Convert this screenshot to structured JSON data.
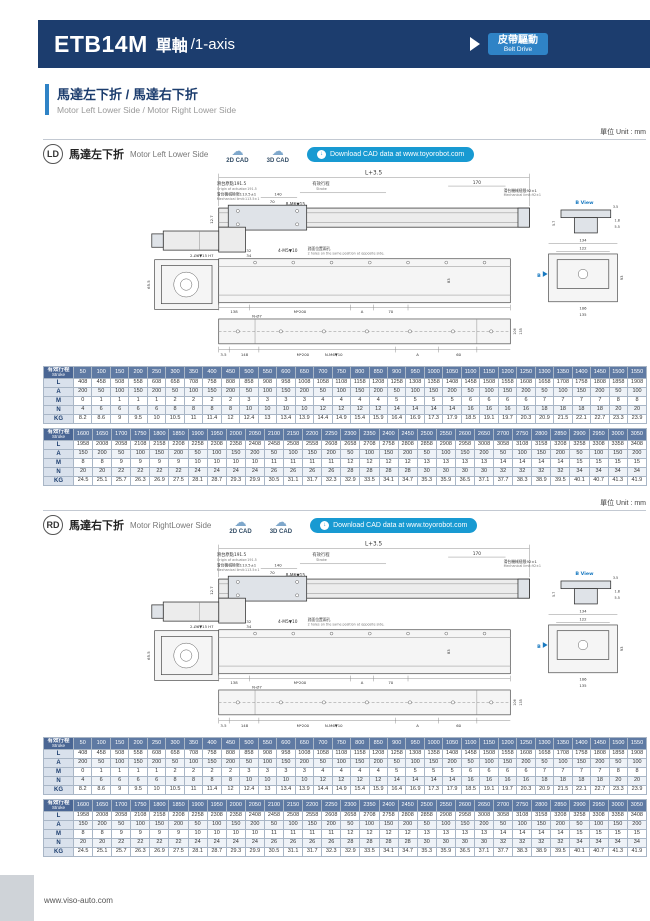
{
  "header": {
    "model": "ETB14M",
    "subtitle_cn": "單軸",
    "axis": "/1-axis",
    "drive_cn": "皮帶驅動",
    "drive_en": "Belt Drive"
  },
  "heading": {
    "title_cn": "馬達左下折 / 馬達右下折",
    "title_en": "Motor Left Lower Side / Motor Right Lower Side"
  },
  "unit_label": "單位 Unit : mm",
  "cad": {
    "cloud_icon": "☁",
    "btn_2d": "2D CAD",
    "btn_3d": "3D CAD",
    "dl_icon": "↓",
    "download": "Download CAD data at www.toyorobot.com"
  },
  "sections": [
    {
      "badge": "LD",
      "title_cn": "馬達左下折",
      "title_en": "Motor Left Lower Side"
    },
    {
      "badge": "RD",
      "title_cn": "馬達右下折",
      "title_en": "Motor RightLower Side"
    }
  ],
  "drawing": {
    "dim_top": "L+3.5",
    "origin_cn": "滑台原點191.5",
    "origin_en": "Origin of actuator:191.5",
    "stroke_cn": "有效行程",
    "stroke_en": "Stroke",
    "dim_170": "170",
    "mech_right_cn": "滑台機械極限92±1",
    "mech_right_en": "Mechanical limit:92±1",
    "mech_left_cn": "滑台機械極限113.5±1",
    "mech_left_en": "Mechanical limit:113.5±1",
    "dim_140": "140",
    "dim_70": "70",
    "holes_top": "8-M6▼15",
    "dim_127": "12.7",
    "pin_holes": "2-Ø6▼15 H7",
    "dim_32": "32",
    "dim_34": "34",
    "side_holes": "4-M5▼10",
    "side_holes_cn": "對面位置兩孔",
    "side_holes_en": "2 holes on the same position at opposite side.",
    "dim_655": "65.5",
    "dim_83": "83",
    "dim_93": "93",
    "dim_134": "134",
    "dim_122": "122",
    "dim_106": "106",
    "dim_135": "135",
    "dim_106b": "106",
    "dim_135b": "135",
    "dim_138": "138",
    "n_o7": "N-Ø7",
    "m200": "M*200",
    "dim_A": "A",
    "dim_70b": "70",
    "dim_35b": "3.5",
    "dim_148": "148",
    "m200b": "M*200",
    "n_m6": "N-M6▼10",
    "dim_A2": "A",
    "dim_60": "60",
    "b_view": "B View",
    "bv_35": "3.5",
    "bv_18": "1.8",
    "bv_55": "5.5",
    "bv_57": "5.7",
    "b_label": "B"
  },
  "tables": {
    "header_label": "有效行程",
    "header_sub": "Stroke",
    "t1": {
      "strokes": [
        50,
        100,
        150,
        200,
        250,
        300,
        350,
        400,
        450,
        500,
        550,
        600,
        650,
        700,
        750,
        800,
        850,
        900,
        950,
        1000,
        1050,
        1100,
        1150,
        1200,
        1250,
        1300,
        1350,
        1400,
        1450,
        1500,
        1550
      ],
      "rows": [
        {
          "label": "L",
          "values": [
            408,
            458,
            508,
            558,
            608,
            658,
            708,
            758,
            808,
            858,
            908,
            958,
            1008,
            1058,
            1108,
            1158,
            1208,
            1258,
            1308,
            1358,
            1408,
            1458,
            1508,
            1558,
            1608,
            1658,
            1708,
            1758,
            1808,
            1858,
            1908
          ]
        },
        {
          "label": "A",
          "values": [
            200,
            50,
            100,
            150,
            200,
            50,
            100,
            150,
            200,
            50,
            100,
            150,
            200,
            50,
            100,
            150,
            200,
            50,
            100,
            150,
            200,
            50,
            100,
            150,
            200,
            50,
            100,
            150,
            200,
            50,
            100
          ]
        },
        {
          "label": "M",
          "values": [
            0,
            1,
            1,
            1,
            1,
            2,
            2,
            2,
            2,
            3,
            3,
            3,
            3,
            4,
            4,
            4,
            4,
            5,
            5,
            5,
            5,
            6,
            6,
            6,
            6,
            7,
            7,
            7,
            7,
            8,
            8
          ]
        },
        {
          "label": "N",
          "values": [
            4,
            6,
            6,
            6,
            6,
            8,
            8,
            8,
            8,
            10,
            10,
            10,
            10,
            12,
            12,
            12,
            12,
            14,
            14,
            14,
            14,
            16,
            16,
            16,
            16,
            18,
            18,
            18,
            18,
            20,
            20
          ]
        },
        {
          "label": "KG",
          "values": [
            8.2,
            8.6,
            9,
            9.5,
            10,
            10.5,
            11,
            11.4,
            12,
            12.4,
            13,
            13.4,
            13.9,
            14.4,
            14.9,
            15.4,
            15.9,
            16.4,
            16.9,
            17.3,
            17.9,
            18.5,
            19.1,
            19.7,
            20.3,
            20.9,
            21.5,
            22.1,
            22.7,
            23.3,
            23.9
          ]
        }
      ]
    },
    "t2": {
      "strokes": [
        1600,
        1650,
        1700,
        1750,
        1800,
        1850,
        1900,
        1950,
        2000,
        2050,
        2100,
        2150,
        2200,
        2250,
        2300,
        2350,
        2400,
        2450,
        2500,
        2550,
        2600,
        2650,
        2700,
        2750,
        2800,
        2850,
        2900,
        2950,
        3000,
        3050
      ],
      "rows": [
        {
          "label": "L",
          "values": [
            1958,
            2008,
            2058,
            2108,
            2158,
            2208,
            2258,
            2308,
            2358,
            2408,
            2458,
            2508,
            2558,
            2608,
            2658,
            2708,
            2758,
            2808,
            2858,
            2908,
            2958,
            3008,
            3058,
            3108,
            3158,
            3208,
            3258,
            3308,
            3358,
            3408
          ]
        },
        {
          "label": "A",
          "values": [
            150,
            200,
            50,
            100,
            150,
            200,
            50,
            100,
            150,
            200,
            50,
            100,
            150,
            200,
            50,
            100,
            150,
            200,
            50,
            100,
            150,
            200,
            50,
            100,
            150,
            200,
            50,
            100,
            150,
            200
          ]
        },
        {
          "label": "M",
          "values": [
            8,
            8,
            9,
            9,
            9,
            9,
            10,
            10,
            10,
            10,
            11,
            11,
            11,
            11,
            12,
            12,
            12,
            12,
            13,
            13,
            13,
            13,
            14,
            14,
            14,
            14,
            15,
            15,
            15,
            15
          ]
        },
        {
          "label": "N",
          "values": [
            20,
            20,
            22,
            22,
            22,
            22,
            24,
            24,
            24,
            24,
            26,
            26,
            26,
            26,
            28,
            28,
            28,
            28,
            30,
            30,
            30,
            30,
            32,
            32,
            32,
            32,
            34,
            34,
            34,
            34
          ]
        },
        {
          "label": "KG",
          "values": [
            24.5,
            25.1,
            25.7,
            26.3,
            26.9,
            27.5,
            28.1,
            28.7,
            29.3,
            29.9,
            30.5,
            31.1,
            31.7,
            32.3,
            32.9,
            33.5,
            34.1,
            34.7,
            35.3,
            35.9,
            36.5,
            37.1,
            37.7,
            38.3,
            38.9,
            39.5,
            40.1,
            40.7,
            41.3,
            41.9
          ]
        }
      ]
    }
  },
  "footer": {
    "url": "www.viso-auto.com"
  }
}
